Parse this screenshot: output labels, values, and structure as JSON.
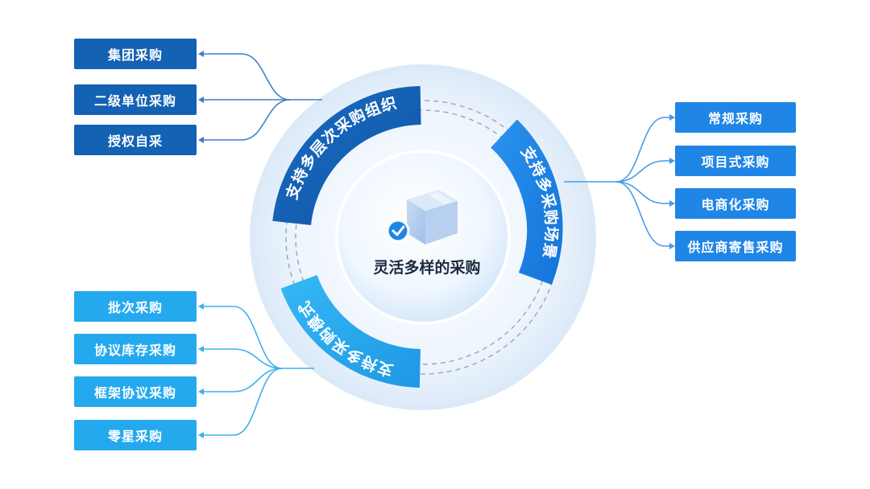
{
  "center": {
    "title": "灵活多样的采购",
    "icon": "box-check-icon"
  },
  "segments": {
    "top_left": "支持多层次采购组织",
    "right": "支持多采购场景",
    "bottom_left": "支持多采购模式"
  },
  "left_top_items": [
    "集团采购",
    "二级单位采购",
    "授权自采"
  ],
  "right_items": [
    "常规采购",
    "项目式采购",
    "电商化采购",
    "供应商寄售采购"
  ],
  "left_bottom_items": [
    "批次采购",
    "协议库存采购",
    "框架协议采购",
    "零星采购"
  ],
  "colors": {
    "dark_blue": "#1462b3",
    "mid_blue": "#1f86e6",
    "light_blue": "#25a9ee"
  }
}
